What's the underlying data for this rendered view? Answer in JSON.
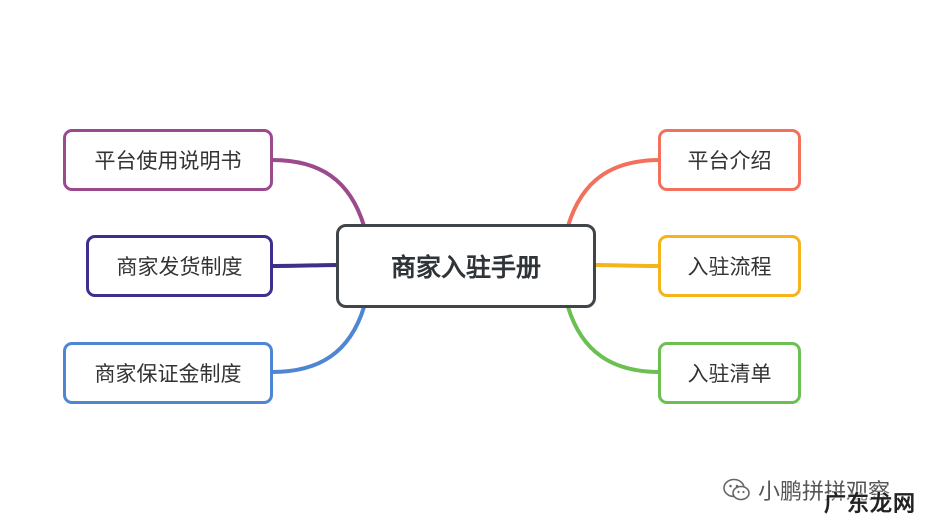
{
  "center": {
    "label": "商家入驻手册",
    "color": "#3f4549"
  },
  "branches": {
    "left": [
      {
        "label": "平台使用说明书",
        "color": "#9b4a8e"
      },
      {
        "label": "商家发货制度",
        "color": "#3f2e8c"
      },
      {
        "label": "商家保证金制度",
        "color": "#4f86d4"
      }
    ],
    "right": [
      {
        "label": "平台介绍",
        "color": "#f2705c"
      },
      {
        "label": "入驻流程",
        "color": "#f5b31c"
      },
      {
        "label": "入驻清单",
        "color": "#6cc052"
      }
    ]
  },
  "watermark": {
    "icon": "wechat-icon",
    "account": "小鹏拼拼观察",
    "site": "广东龙网"
  }
}
